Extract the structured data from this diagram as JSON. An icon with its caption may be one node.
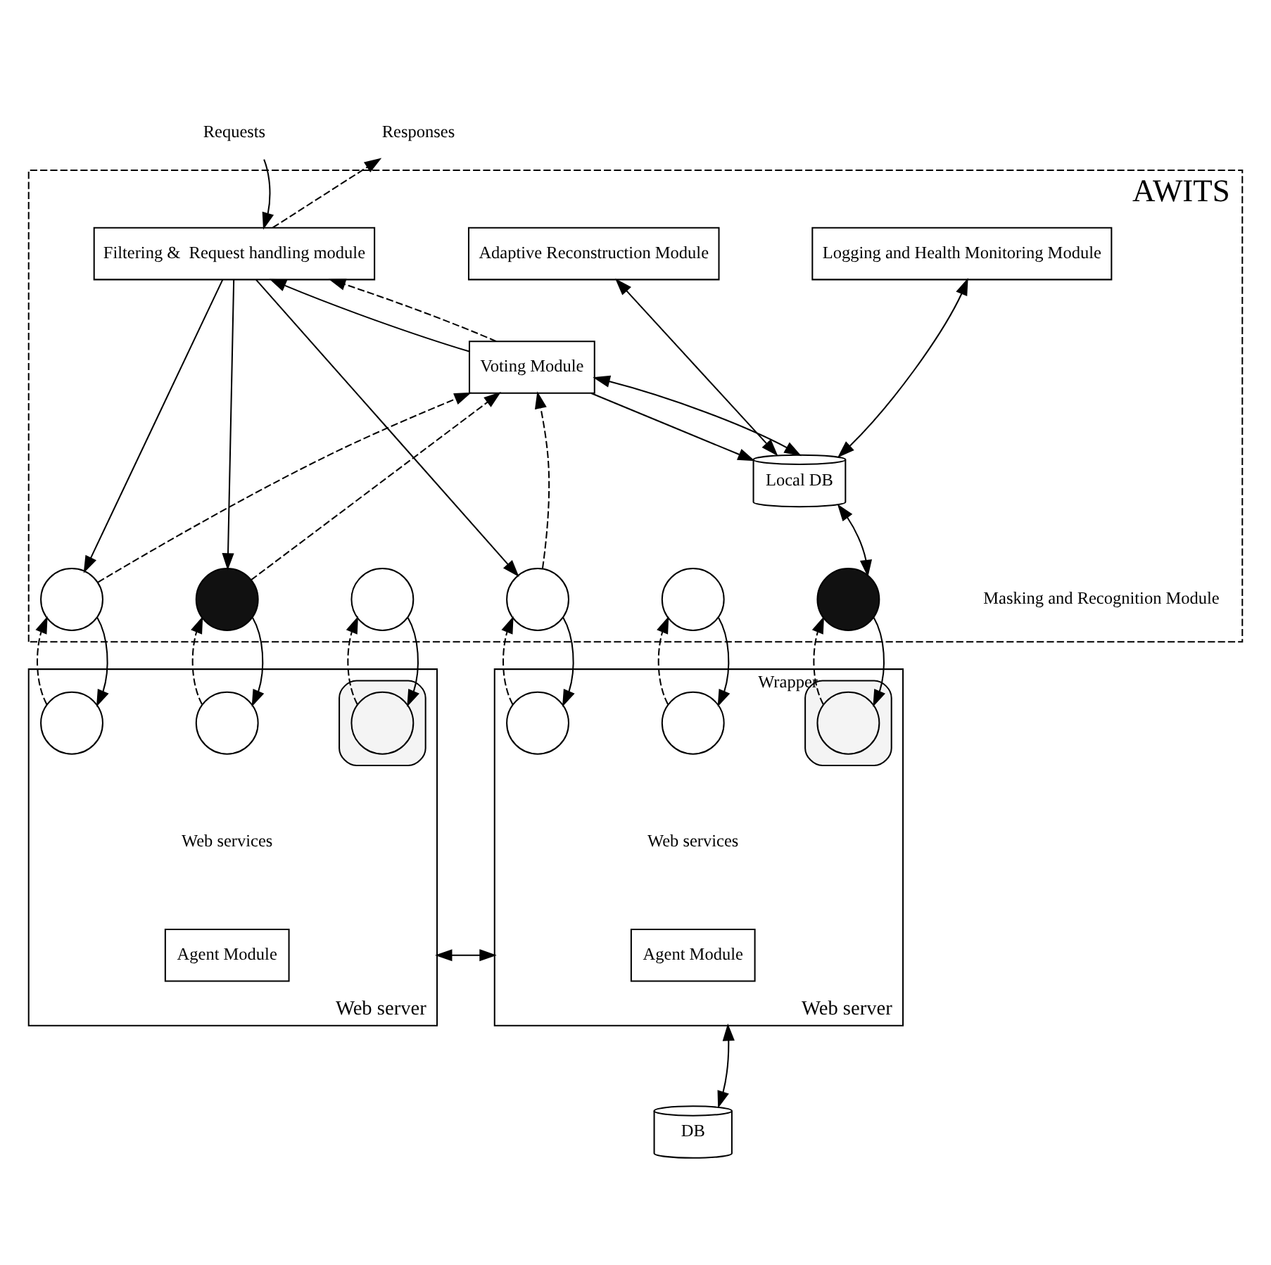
{
  "diagram": {
    "nodes": [
      {
        "text": [
          "Requests"
        ]
      },
      {
        "text": [
          "Responses"
        ]
      },
      {
        "text": [
          "AWITS"
        ]
      },
      {
        "text": [
          "Filtering &  Request handling module"
        ],
        "in": 2
      },
      {
        "text": [
          "Adaptive Reconstruction Module"
        ],
        "in": 2
      },
      {
        "text": [
          "Logging and Health Monitoring Module"
        ],
        "in": 2
      },
      {
        "text": [
          "Voting Module"
        ],
        "in": 2
      },
      {
        "text": [
          "Local DB"
        ],
        "in": 2
      },
      {
        "text": [],
        "shape": "circle",
        "in": 2
      },
      {
        "text": [],
        "shape": "circle",
        "in": 2
      },
      {
        "text": [],
        "shape": "circle",
        "in": 2
      },
      {
        "text": [],
        "shape": "circle",
        "in": 2
      },
      {
        "text": [],
        "shape": "circle",
        "in": 2
      },
      {
        "text": [],
        "shape": "circle",
        "in": 2
      },
      {
        "text": [
          "Web server"
        ]
      },
      {
        "text": [],
        "shape": "circle",
        "in": 14
      },
      {
        "text": [],
        "shape": "circle",
        "in": 14
      },
      {
        "text": [],
        "shape": "box",
        "in": 14
      },
      {
        "text": [],
        "shape": "circle",
        "in": 17
      },
      {
        "text": [
          "Agent Module"
        ],
        "in": 14
      },
      {
        "text": [
          "Web server"
        ]
      },
      {
        "text": [],
        "shape": "circle",
        "in": 20
      },
      {
        "text": [],
        "shape": "circle",
        "in": 20
      },
      {
        "text": [],
        "shape": "box",
        "in": 20,
        "beside": [
          "Wrapper"
        ]
      },
      {
        "text": [],
        "shape": "circle",
        "in": 23
      },
      {
        "text": [
          "Agent Module"
        ],
        "in": 20
      },
      {
        "text": [
          "DB"
        ]
      }
    ],
    "edges": [
      {
        "from": 0,
        "to": 3,
        "arrow": "to"
      },
      {
        "from": 3,
        "to": 1,
        "arrow": "to",
        "style": "dashed"
      },
      {
        "from": 6,
        "to": 3,
        "arrow": "to"
      },
      {
        "from": 6,
        "to": 3,
        "arrow": "to",
        "style": "dashed"
      },
      {
        "from": 3,
        "to": 8,
        "arrow": "to"
      },
      {
        "from": 3,
        "to": 9,
        "arrow": "to"
      },
      {
        "from": 3,
        "to": 11,
        "arrow": "to"
      },
      {
        "from": 8,
        "to": 6,
        "arrow": "to",
        "style": "dashed"
      },
      {
        "from": 9,
        "to": 6,
        "arrow": "to",
        "style": "dashed"
      },
      {
        "from": 11,
        "to": 6,
        "arrow": "to",
        "style": "dashed"
      },
      {
        "from": 4,
        "to": 7,
        "arrow": "both"
      },
      {
        "from": 5,
        "to": 7,
        "arrow": "both"
      },
      {
        "from": 6,
        "to": 7,
        "arrow": "to"
      },
      {
        "from": 6,
        "to": 7,
        "arrow": "both"
      },
      {
        "from": 13,
        "to": 7,
        "arrow": "both"
      },
      {
        "from": 8,
        "to": 15,
        "arrow": "to"
      },
      {
        "from": 15,
        "to": 8,
        "arrow": "to",
        "style": "dashed"
      },
      {
        "from": 9,
        "to": 16,
        "arrow": "to"
      },
      {
        "from": 16,
        "to": 9,
        "arrow": "to",
        "style": "dashed"
      },
      {
        "from": 10,
        "to": 18,
        "arrow": "to"
      },
      {
        "from": 18,
        "to": 10,
        "arrow": "to",
        "style": "dashed"
      },
      {
        "from": 11,
        "to": 21,
        "arrow": "to"
      },
      {
        "from": 21,
        "to": 11,
        "arrow": "to",
        "style": "dashed"
      },
      {
        "from": 12,
        "to": 22,
        "arrow": "to"
      },
      {
        "from": 22,
        "to": 12,
        "arrow": "to",
        "style": "dashed"
      },
      {
        "from": 13,
        "to": 24,
        "arrow": "to"
      },
      {
        "from": 24,
        "to": 13,
        "arrow": "to",
        "style": "dashed"
      },
      {
        "from": 14,
        "to": 20,
        "arrow": "both"
      },
      {
        "from": 20,
        "to": 26,
        "arrow": "both"
      }
    ],
    "labels": [
      "Masking and Recognition Module",
      "Web services",
      "Web services"
    ]
  }
}
